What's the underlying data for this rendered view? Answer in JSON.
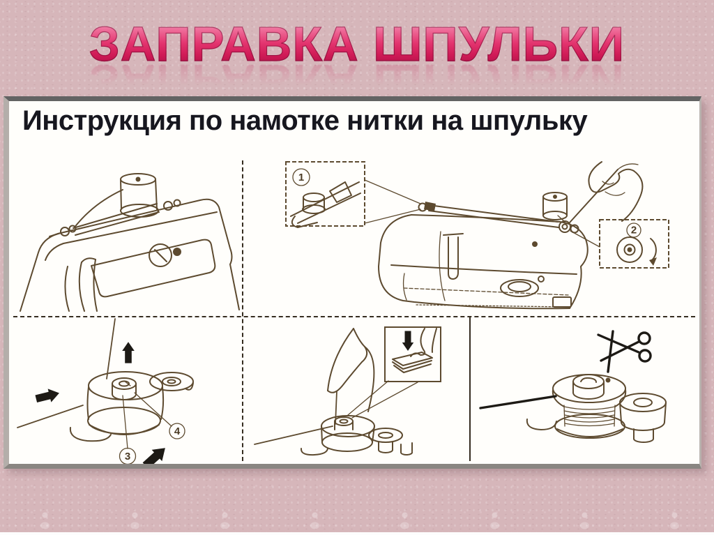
{
  "slide": {
    "title": "ЗАПРАВКА ШПУЛЬКИ"
  },
  "panel": {
    "header": "Инструкция по намотке нитки на шпульку",
    "callouts": [
      "1",
      "2",
      "3",
      "4"
    ]
  },
  "colors": {
    "background": "#d6b6ba",
    "title_pink": "#e3356f",
    "title_pink_light": "#f6a8c4",
    "title_pink_dark": "#a90e44",
    "header_text": "#17171f",
    "line_sepia": "#5d4a2f",
    "ink_black": "#1d1a15",
    "panel_white": "#fffefb",
    "panel_border_top": "#636363",
    "panel_border_bottom": "#8a8682"
  },
  "icons": {
    "scissors": "✂",
    "arrow_up": "↑",
    "arrow_down": "↓",
    "arrow_right": "➤"
  }
}
